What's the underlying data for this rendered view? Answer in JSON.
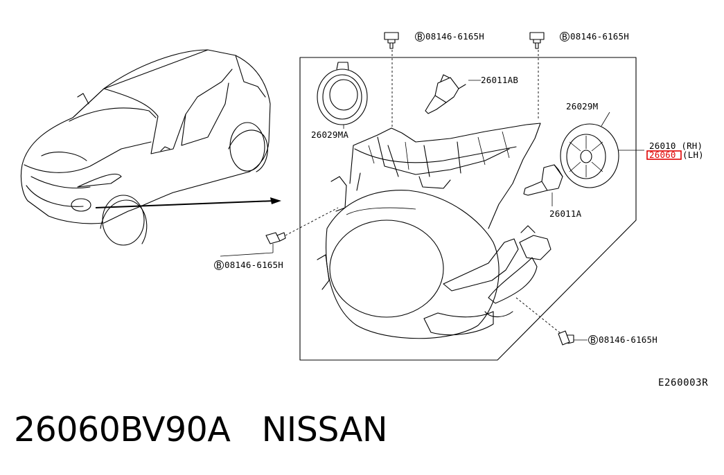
{
  "diagram": {
    "callouts": {
      "bolt_top_left": "08146-6165H",
      "bolt_top_right": "08146-6165H",
      "bolt_left": "08146-6165H",
      "bolt_bottom": "08146-6165H",
      "bolt_prefix": "B",
      "cap_left": "26029MA",
      "bulb_top": "26011AB",
      "cap_right": "26029M",
      "bulb_side": "26011A",
      "assembly_rh": "26010 (RH)",
      "assembly_lh_code": "26060",
      "assembly_lh_suffix": "(LH)"
    },
    "reference_code": "E260003R",
    "highlight_color": "#e00000"
  },
  "footer": {
    "part_number": "26060BV90A",
    "brand": "NISSAN"
  }
}
